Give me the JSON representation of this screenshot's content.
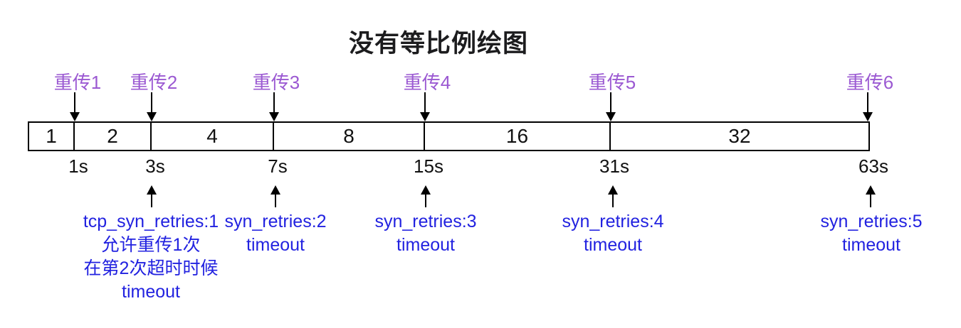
{
  "title": "没有等比例绘图",
  "colors": {
    "retrans_label_purple": "#9B59D2",
    "note_text_blue": "#2222E0",
    "diagram_black": "#141414"
  },
  "retransmissions": [
    {
      "label": "重传1"
    },
    {
      "label": "重传2"
    },
    {
      "label": "重传3"
    },
    {
      "label": "重传4"
    },
    {
      "label": "重传5"
    },
    {
      "label": "重传6"
    }
  ],
  "bar_segments": [
    {
      "value": "1"
    },
    {
      "value": "2"
    },
    {
      "value": "4"
    },
    {
      "value": "8"
    },
    {
      "value": "16"
    },
    {
      "value": "32"
    }
  ],
  "time_ticks": [
    {
      "label": "1s"
    },
    {
      "label": "3s"
    },
    {
      "label": "7s"
    },
    {
      "label": "15s"
    },
    {
      "label": "31s"
    },
    {
      "label": "63s"
    }
  ],
  "notes": [
    {
      "lines": [
        "tcp_syn_retries:1",
        "允许重传1次",
        "在第2次超时时候",
        "timeout"
      ]
    },
    {
      "lines": [
        "syn_retries:2",
        "timeout"
      ]
    },
    {
      "lines": [
        "syn_retries:3",
        "timeout"
      ]
    },
    {
      "lines": [
        "syn_retries:4",
        "timeout"
      ]
    },
    {
      "lines": [
        "syn_retries:5",
        "timeout"
      ]
    }
  ]
}
